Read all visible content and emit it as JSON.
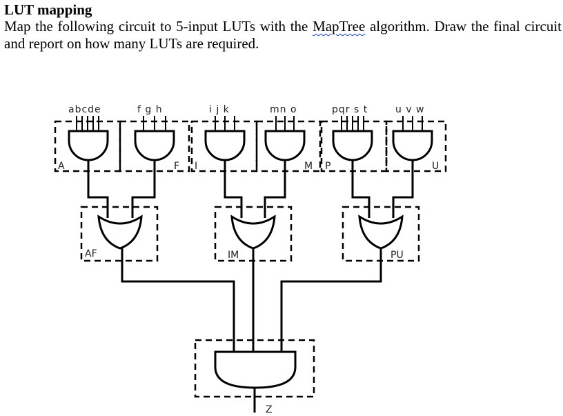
{
  "heading": "LUT mapping",
  "question": {
    "part1": "Map the following circuit to 5-input LUTs with the ",
    "algorithm": "MapTree",
    "part2": " algorithm. Draw the final circuit and report on how many LUTs are required."
  },
  "diagram": {
    "inputs": [
      {
        "id": "g1",
        "label": "abcde"
      },
      {
        "id": "g2",
        "label": "f g h"
      },
      {
        "id": "g3",
        "label": "i j k"
      },
      {
        "id": "g4",
        "label": "mn o"
      },
      {
        "id": "g5",
        "label": "pqr s t"
      },
      {
        "id": "g6",
        "label": "u v  w"
      }
    ],
    "node_labels": {
      "A": "A",
      "F": "F",
      "I": "I",
      "M": "M",
      "P": "P",
      "U": "U",
      "AF": "AF",
      "IM": "IM",
      "PU": "PU",
      "Z": "Z"
    }
  }
}
